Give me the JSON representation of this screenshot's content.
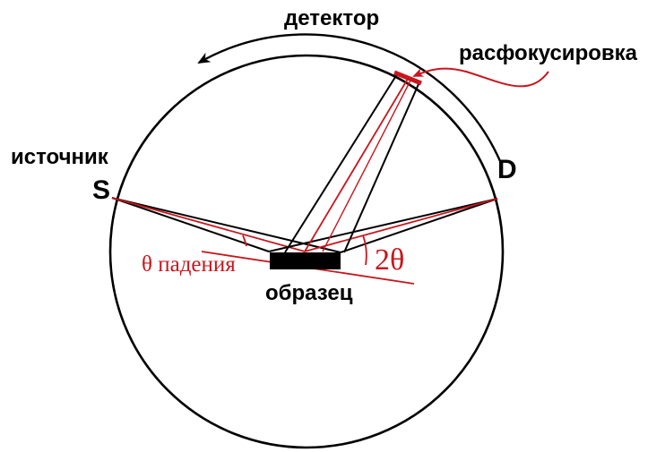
{
  "labels": {
    "detector": "детектор",
    "defocus": "расфокусировка",
    "source": "источник",
    "source_letter": "S",
    "detector_letter": "D",
    "incidence_angle": "θ падения",
    "two_theta": "2θ",
    "sample": "образец"
  },
  "colors": {
    "line": "#000000",
    "accent": "#c8161d",
    "background": "#ffffff"
  }
}
